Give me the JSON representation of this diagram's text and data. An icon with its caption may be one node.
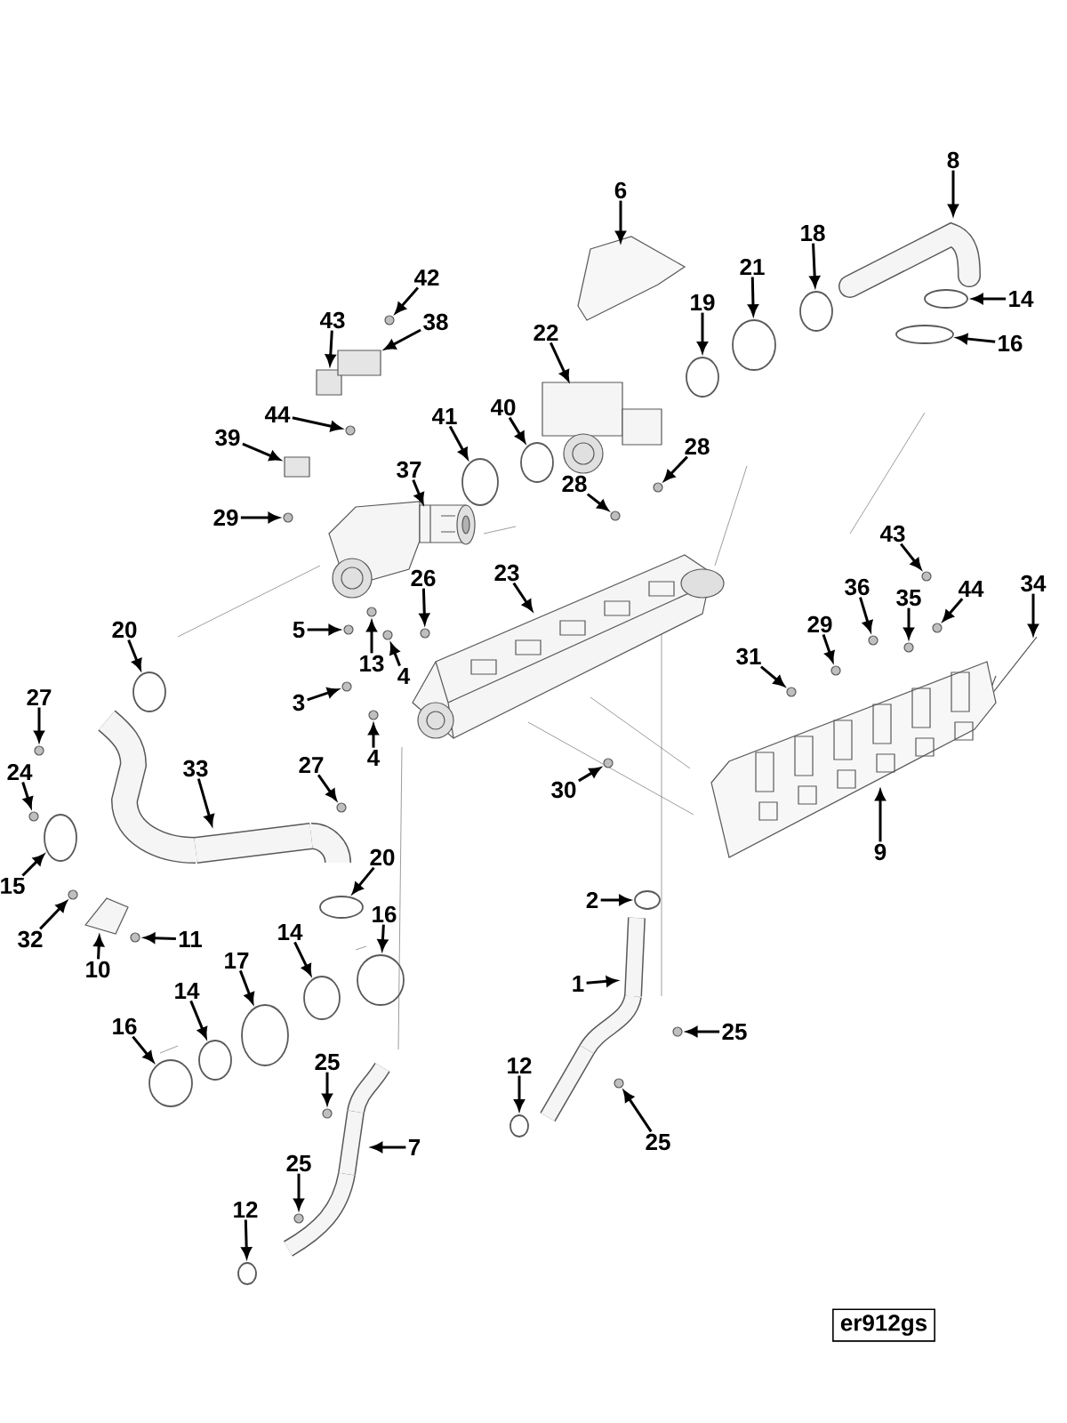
{
  "diagram": {
    "nodes": [
      {
        "text": [
          "8"
        ]
      },
      {
        "text": [
          "6"
        ]
      },
      {
        "text": [
          "18"
        ]
      },
      {
        "text": [
          "21"
        ]
      },
      {
        "text": [
          "42"
        ]
      },
      {
        "text": [
          "14"
        ]
      },
      {
        "text": [
          "19"
        ]
      },
      {
        "text": [
          "43"
        ]
      },
      {
        "text": [
          "38"
        ]
      },
      {
        "text": [
          "22"
        ]
      },
      {
        "text": [
          "16"
        ]
      },
      {
        "text": [
          "44"
        ]
      },
      {
        "text": [
          "40"
        ]
      },
      {
        "text": [
          "41"
        ]
      },
      {
        "text": [
          "39"
        ]
      },
      {
        "text": [
          "28"
        ]
      },
      {
        "text": [
          "37"
        ]
      },
      {
        "text": [
          "28"
        ]
      },
      {
        "text": [
          "29"
        ]
      },
      {
        "text": [
          "43"
        ]
      },
      {
        "text": [
          "23"
        ]
      },
      {
        "text": [
          "26"
        ]
      },
      {
        "text": [
          "44"
        ]
      },
      {
        "text": [
          "34"
        ]
      },
      {
        "text": [
          "36"
        ]
      },
      {
        "text": [
          "35"
        ]
      },
      {
        "text": [
          "29"
        ]
      },
      {
        "text": [
          "20"
        ]
      },
      {
        "text": [
          "5"
        ]
      },
      {
        "text": [
          "31"
        ]
      },
      {
        "text": [
          "13"
        ]
      },
      {
        "text": [
          "4"
        ]
      },
      {
        "text": [
          "27"
        ]
      },
      {
        "text": [
          "3"
        ]
      },
      {
        "text": [
          "4"
        ]
      },
      {
        "text": [
          "33"
        ]
      },
      {
        "text": [
          "27"
        ]
      },
      {
        "text": [
          "24"
        ]
      },
      {
        "text": [
          "30"
        ]
      },
      {
        "text": [
          "9"
        ]
      },
      {
        "text": [
          "20"
        ]
      },
      {
        "text": [
          "15"
        ]
      },
      {
        "text": [
          "2"
        ]
      },
      {
        "text": [
          "16"
        ]
      },
      {
        "text": [
          "14"
        ]
      },
      {
        "text": [
          "32"
        ]
      },
      {
        "text": [
          "11"
        ]
      },
      {
        "text": [
          "17"
        ]
      },
      {
        "text": [
          "10"
        ]
      },
      {
        "text": [
          "1"
        ]
      },
      {
        "text": [
          "14"
        ]
      },
      {
        "text": [
          "16"
        ]
      },
      {
        "text": [
          "25"
        ]
      },
      {
        "text": [
          "25"
        ]
      },
      {
        "text": [
          "12"
        ]
      },
      {
        "text": [
          "25"
        ]
      },
      {
        "text": [
          "7"
        ]
      },
      {
        "text": [
          "25"
        ]
      },
      {
        "text": [
          "12"
        ]
      },
      {
        "text": [],
        "shape": "picture"
      },
      {
        "text": [],
        "shape": "picture"
      },
      {
        "text": [],
        "shape": "circle"
      },
      {
        "text": [],
        "shape": "circle"
      },
      {
        "text": [],
        "shape": "circle"
      },
      {
        "text": [],
        "shape": "circle"
      },
      {
        "text": [],
        "shape": "circle"
      },
      {
        "text": [],
        "shape": "box"
      },
      {
        "text": [],
        "shape": "box"
      },
      {
        "text": [],
        "shape": "picture"
      },
      {
        "text": [],
        "shape": "circle"
      },
      {
        "text": [],
        "shape": "circle"
      },
      {
        "text": [],
        "shape": "circle"
      },
      {
        "text": [],
        "shape": "circle"
      },
      {
        "text": [],
        "shape": "box"
      },
      {
        "text": [],
        "shape": "circle"
      },
      {
        "text": [],
        "shape": "picture"
      },
      {
        "text": [],
        "shape": "circle"
      },
      {
        "text": [],
        "shape": "circle"
      },
      {
        "text": [],
        "shape": "circle"
      },
      {
        "text": [],
        "shape": "picture"
      },
      {
        "text": [],
        "shape": "circle"
      },
      {
        "text": [],
        "shape": "circle"
      },
      {
        "text": [],
        "shape": "picture"
      },
      {
        "text": [],
        "shape": "circle"
      },
      {
        "text": [],
        "shape": "circle"
      },
      {
        "text": [],
        "shape": "circle"
      },
      {
        "text": [],
        "shape": "circle"
      },
      {
        "text": [],
        "shape": "circle"
      },
      {
        "text": [],
        "shape": "circle"
      },
      {
        "text": [],
        "shape": "circle"
      },
      {
        "text": [],
        "shape": "circle"
      },
      {
        "text": [],
        "shape": "circle"
      },
      {
        "text": [],
        "shape": "circle"
      },
      {
        "text": [],
        "shape": "circle"
      },
      {
        "text": [],
        "shape": "picture"
      },
      {
        "text": [],
        "shape": "circle"
      },
      {
        "text": [],
        "shape": "circle"
      },
      {
        "text": [],
        "shape": "circle"
      },
      {
        "text": [],
        "shape": "picture"
      },
      {
        "text": [],
        "shape": "circle"
      },
      {
        "text": [],
        "shape": "circle"
      },
      {
        "text": [],
        "shape": "circle"
      },
      {
        "text": [],
        "shape": "circle"
      },
      {
        "text": [],
        "shape": "circle"
      },
      {
        "text": [],
        "shape": "circle"
      },
      {
        "text": [],
        "shape": "circle"
      },
      {
        "text": [],
        "shape": "circle"
      },
      {
        "text": [],
        "shape": "picture"
      },
      {
        "text": [],
        "shape": "picture"
      },
      {
        "text": [],
        "shape": "circle"
      },
      {
        "text": [],
        "shape": "circle"
      },
      {
        "text": [],
        "shape": "circle"
      },
      {
        "text": [],
        "shape": "circle"
      },
      {
        "text": [],
        "shape": "circle"
      },
      {
        "text": [],
        "shape": "circle"
      },
      {
        "text": [],
        "shape": "picture"
      },
      {
        "text": [],
        "shape": "circle"
      },
      {
        "text": [],
        "shape": "circle"
      }
    ],
    "edges": [
      {
        "from": 0,
        "to": 59,
        "arrow": "to"
      },
      {
        "from": 1,
        "to": 60,
        "arrow": "to"
      },
      {
        "from": 2,
        "to": 61,
        "arrow": "to"
      },
      {
        "from": 3,
        "to": 62,
        "arrow": "to"
      },
      {
        "from": 4,
        "to": 63,
        "arrow": "to"
      },
      {
        "from": 5,
        "to": 64,
        "arrow": "to"
      },
      {
        "from": 6,
        "to": 65,
        "arrow": "to"
      },
      {
        "from": 7,
        "to": 66,
        "arrow": "to"
      },
      {
        "from": 8,
        "to": 67,
        "arrow": "to"
      },
      {
        "from": 9,
        "to": 68,
        "arrow": "to"
      },
      {
        "from": 10,
        "to": 69,
        "arrow": "to"
      },
      {
        "from": 11,
        "to": 70,
        "arrow": "to"
      },
      {
        "from": 12,
        "to": 71,
        "arrow": "to"
      },
      {
        "from": 13,
        "to": 72,
        "arrow": "to"
      },
      {
        "from": 14,
        "to": 73,
        "arrow": "to"
      },
      {
        "from": 15,
        "to": 74,
        "arrow": "to"
      },
      {
        "from": 16,
        "to": 75,
        "arrow": "to"
      },
      {
        "from": 17,
        "to": 76,
        "arrow": "to"
      },
      {
        "from": 18,
        "to": 77,
        "arrow": "to"
      },
      {
        "from": 19,
        "to": 78,
        "arrow": "to"
      },
      {
        "from": 20,
        "to": 79,
        "arrow": "to"
      },
      {
        "from": 21,
        "to": 80,
        "arrow": "to"
      },
      {
        "from": 22,
        "to": 81,
        "arrow": "to"
      },
      {
        "from": 23,
        "to": 82,
        "arrow": "to"
      },
      {
        "from": 24,
        "to": 83,
        "arrow": "to"
      },
      {
        "from": 25,
        "to": 84,
        "arrow": "to"
      },
      {
        "from": 26,
        "to": 85,
        "arrow": "to"
      },
      {
        "from": 27,
        "to": 86,
        "arrow": "to"
      },
      {
        "from": 28,
        "to": 87,
        "arrow": "to"
      },
      {
        "from": 29,
        "to": 88,
        "arrow": "to"
      },
      {
        "from": 30,
        "to": 89,
        "arrow": "to"
      },
      {
        "from": 31,
        "to": 90,
        "arrow": "to"
      },
      {
        "from": 32,
        "to": 91,
        "arrow": "to"
      },
      {
        "from": 33,
        "to": 92,
        "arrow": "to"
      },
      {
        "from": 34,
        "to": 93,
        "arrow": "to"
      },
      {
        "from": 35,
        "to": 94,
        "arrow": "to"
      },
      {
        "from": 36,
        "to": 95,
        "arrow": "to"
      },
      {
        "from": 37,
        "to": 96,
        "arrow": "to"
      },
      {
        "from": 38,
        "to": 97,
        "arrow": "to"
      },
      {
        "from": 39,
        "to": 98,
        "arrow": "to"
      },
      {
        "from": 40,
        "to": 99,
        "arrow": "to"
      },
      {
        "from": 41,
        "to": 100,
        "arrow": "to"
      },
      {
        "from": 42,
        "to": 101,
        "arrow": "to"
      },
      {
        "from": 43,
        "to": 102,
        "arrow": "to"
      },
      {
        "from": 44,
        "to": 103,
        "arrow": "to"
      },
      {
        "from": 45,
        "to": 104,
        "arrow": "to"
      },
      {
        "from": 46,
        "to": 105,
        "arrow": "to"
      },
      {
        "from": 47,
        "to": 106,
        "arrow": "to"
      },
      {
        "from": 48,
        "to": 107,
        "arrow": "to"
      },
      {
        "from": 49,
        "to": 108,
        "arrow": "to"
      },
      {
        "from": 50,
        "to": 109,
        "arrow": "to"
      },
      {
        "from": 51,
        "to": 110,
        "arrow": "to"
      },
      {
        "from": 52,
        "to": 111,
        "arrow": "to"
      },
      {
        "from": 53,
        "to": 112,
        "arrow": "to"
      },
      {
        "from": 54,
        "to": 113,
        "arrow": "to"
      },
      {
        "from": 55,
        "to": 114,
        "arrow": "to"
      },
      {
        "from": 56,
        "to": 115,
        "arrow": "to"
      },
      {
        "from": 57,
        "to": 116,
        "arrow": "to"
      },
      {
        "from": 58,
        "to": 117,
        "arrow": "to"
      }
    ],
    "labels": [
      "er912gs"
    ]
  }
}
